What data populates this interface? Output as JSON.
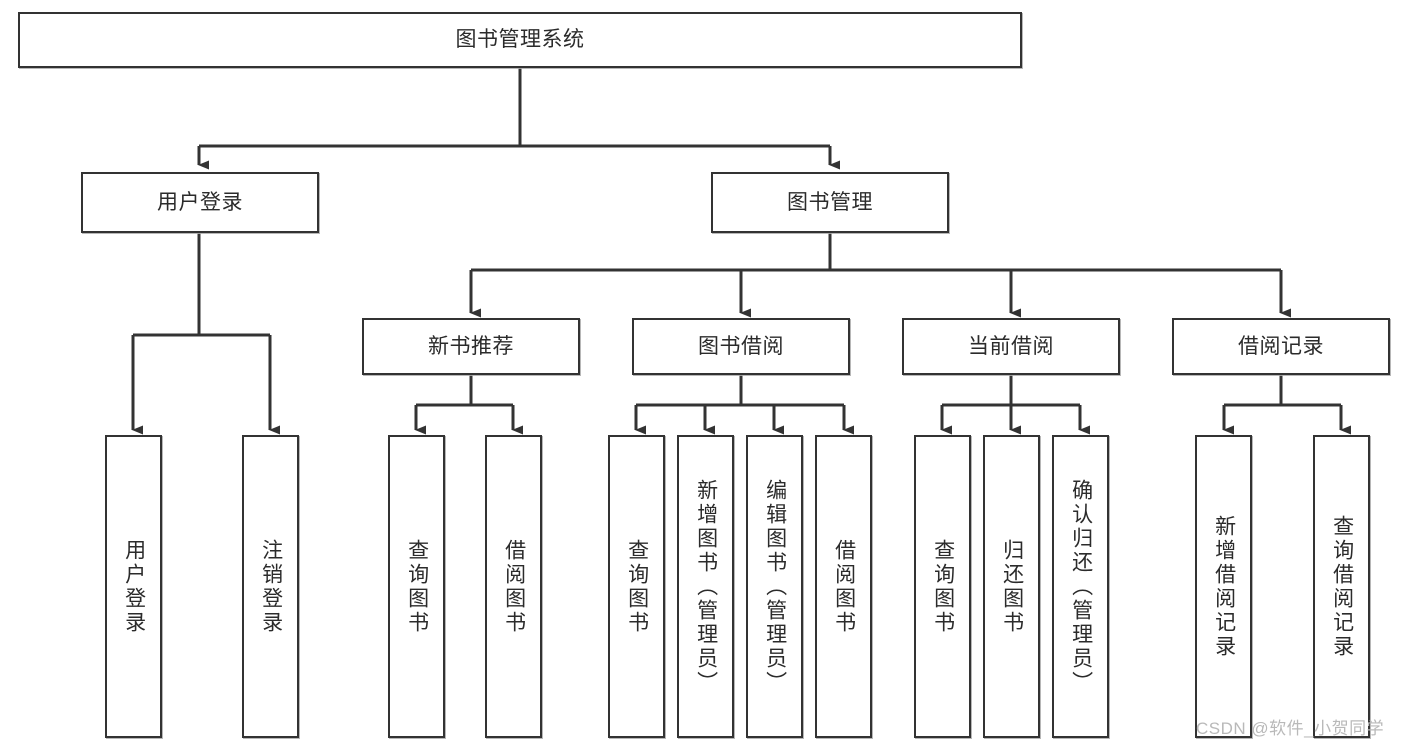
{
  "diagram": {
    "title": "图书管理系统",
    "type": "tree-hierarchy-chart",
    "watermark": "CSDN @软件_小贺同学",
    "colors": {
      "background": "#ffffff",
      "node_border": "#333333",
      "node_fill": "#ffffff",
      "edge": "#333333",
      "text": "#2b2b2b",
      "watermark": "#b9b9b9"
    }
  },
  "nodes": {
    "root": {
      "label": "图书管理系统"
    },
    "level1": [
      {
        "id": "user-login",
        "label": "用户登录"
      },
      {
        "id": "book-manage",
        "label": "图书管理"
      }
    ],
    "level2": [
      {
        "id": "new-book-recommend",
        "label": "新书推荐"
      },
      {
        "id": "book-borrow",
        "label": "图书借阅"
      },
      {
        "id": "current-borrow",
        "label": "当前借阅"
      },
      {
        "id": "borrow-record",
        "label": "借阅记录"
      }
    ],
    "leaves": {
      "user_login": [
        {
          "id": "login",
          "label": "用户登录"
        },
        {
          "id": "logout",
          "label": "注销登录"
        }
      ],
      "new_book_recommend": [
        {
          "id": "query-book-1",
          "label": "查询图书"
        },
        {
          "id": "borrow-book-1",
          "label": "借阅图书"
        }
      ],
      "book_borrow": [
        {
          "id": "query-book-2",
          "label": "查询图书"
        },
        {
          "id": "add-book",
          "label": "新增图书（管理员）"
        },
        {
          "id": "edit-book",
          "label": "编辑图书（管理员）"
        },
        {
          "id": "borrow-book-2",
          "label": "借阅图书"
        }
      ],
      "current_borrow": [
        {
          "id": "query-book-3",
          "label": "查询图书"
        },
        {
          "id": "return-book",
          "label": "归还图书"
        },
        {
          "id": "confirm-return",
          "label": "确认归还（管理员）"
        }
      ],
      "borrow_record": [
        {
          "id": "add-borrow-record",
          "label": "新增借阅记录"
        },
        {
          "id": "query-borrow-record",
          "label": "查询借阅记录"
        }
      ]
    }
  }
}
